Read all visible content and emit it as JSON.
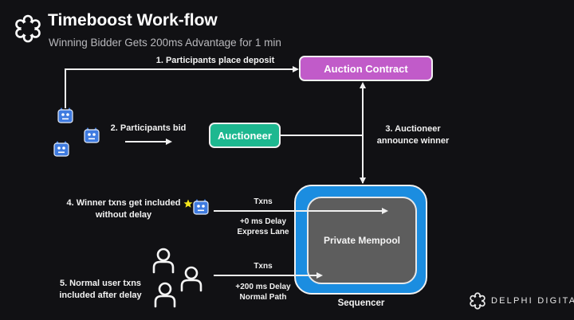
{
  "header": {
    "title": "Timeboost Work-flow",
    "subtitle": "Winning Bidder Gets 200ms Advantage for 1 min",
    "logo_icon": "delphi-knot-icon"
  },
  "steps": {
    "step1": "1. Participants place deposit",
    "step2": "2. Participants bid",
    "step3_line1": "3. Auctioneer",
    "step3_line2": "announce winner",
    "step4_line1": "4. Winner txns get included",
    "step4_line2": "without delay",
    "step5_line1": "5. Normal user txns",
    "step5_line2": "included after delay"
  },
  "nodes": {
    "auction_contract": "Auction Contract",
    "auctioneer": "Auctioneer",
    "private_mempool": "Private Mempool",
    "sequencer": "Sequencer"
  },
  "paths": {
    "express": {
      "top": "Txns",
      "line1": "+0 ms Delay",
      "line2": "Express Lane"
    },
    "normal": {
      "top": "Txns",
      "line1": "+200 ms Delay",
      "line2": "Normal Path"
    }
  },
  "colors": {
    "background": "#111114",
    "auction_contract": "#c15bc9",
    "auctioneer": "#1db890",
    "sequencer": "#1b8de0",
    "mempool": "#5d5d5d",
    "bot": "#3f7be0",
    "star": "#f5e61c"
  },
  "icons": [
    "bot-icon",
    "star-icon",
    "user-icon"
  ],
  "footer": {
    "brand": "DELPHI DIGITAL"
  }
}
